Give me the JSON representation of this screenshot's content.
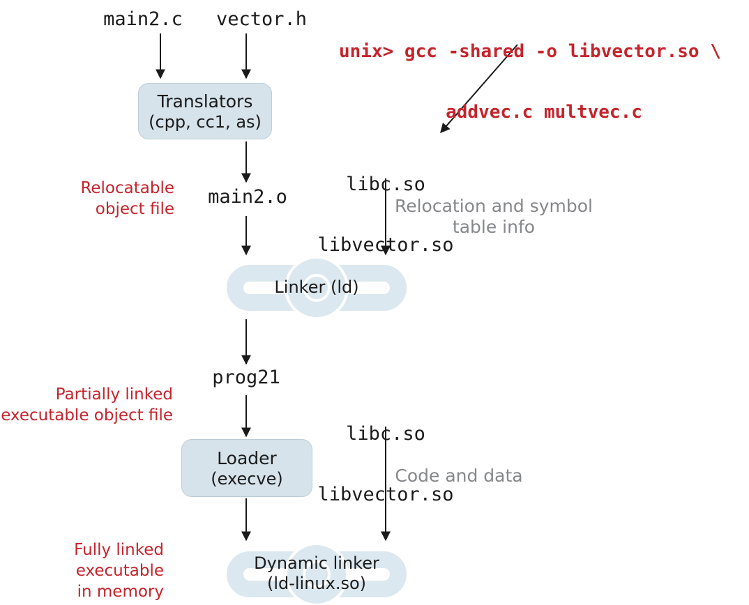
{
  "diagram": {
    "source_files": {
      "file1": "main2.c",
      "file2": "vector.h"
    },
    "command": {
      "line1": "unix> gcc -shared -o libvector.so \\",
      "line2": "addvec.c multvec.c"
    },
    "translators": {
      "title": "Translators",
      "subtitle": "(cpp, cc1, as)"
    },
    "shared_libs_linker": {
      "line1": "libc.so",
      "line2": "libvector.so"
    },
    "relocatable_note": {
      "line1": "Relocatable",
      "line2": "object file"
    },
    "object_file": "main2.o",
    "reloc_info_note": {
      "line1": "Relocation and symbol",
      "line2": "table info"
    },
    "linker": {
      "title": "Linker (ld)"
    },
    "partially_linked_file": "prog21",
    "partially_note": {
      "line1": "Partially linked",
      "line2": "executable object file"
    },
    "shared_libs_loader": {
      "line1": "libc.so",
      "line2": "libvector.so"
    },
    "loader": {
      "title": "Loader",
      "subtitle": "(execve)"
    },
    "code_data_note": "Code and data",
    "fully_note": {
      "line1": "Fully linked",
      "line2": "executable",
      "line3": "in memory"
    },
    "dynamic_linker": {
      "title": "Dynamic linker",
      "subtitle": "(ld-linux.so)"
    }
  },
  "colors": {
    "red": "#c5242c",
    "gray": "#85878a",
    "black": "#1b1b1b",
    "box_fill": "#d6e3ea",
    "box_border": "#b9cfda",
    "chain": "#dce8ef"
  }
}
